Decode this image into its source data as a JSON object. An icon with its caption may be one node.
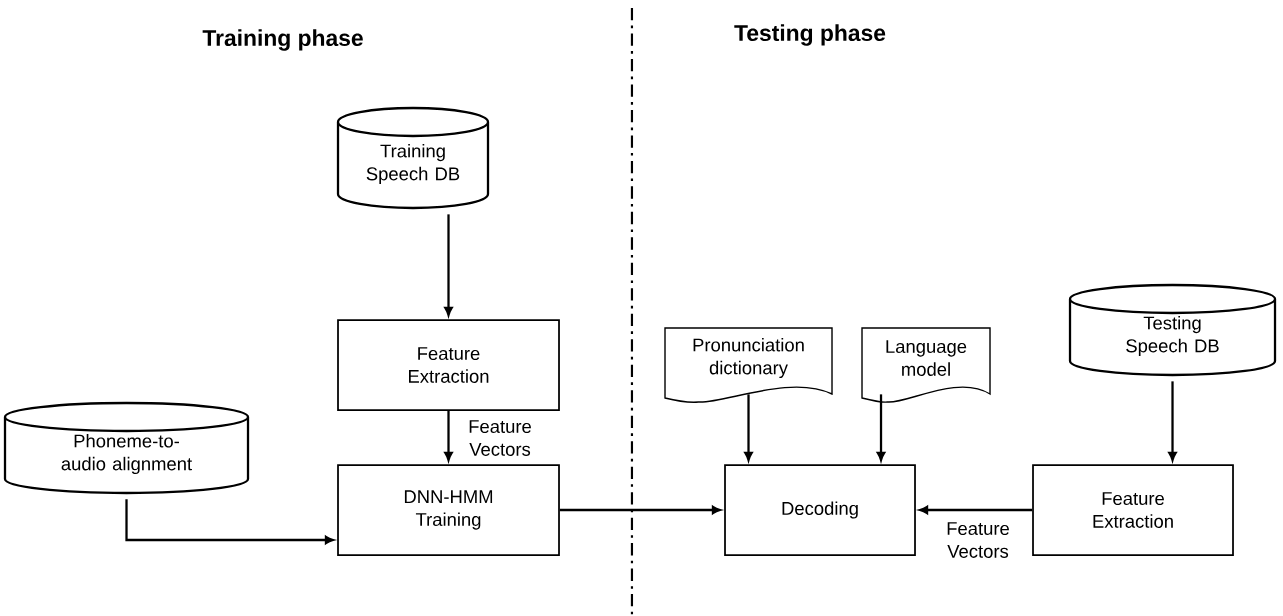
{
  "diagram": {
    "nodes": [
      {
        "text": [
          "Training Speech DB"
        ]
      },
      {
        "text": [
          "Feature Extraction"
        ]
      },
      {
        "text": [
          "Phoneme-to-audio alignment"
        ]
      },
      {
        "text": [
          "DNN-HMM Training"
        ]
      },
      {
        "text": [
          "Pronunciation dictionary"
        ]
      },
      {
        "text": [
          "Language model"
        ]
      },
      {
        "text": [
          "Testing Speech DB"
        ]
      },
      {
        "text": [
          "Decoding"
        ]
      },
      {
        "text": [
          "Feature Extraction"
        ]
      }
    ],
    "edges": [
      {
        "from": 0,
        "to": 1,
        "arrow": "to"
      },
      {
        "from": 1,
        "to": 3,
        "arrow": "to",
        "label": "Feature Vectors"
      },
      {
        "from": 2,
        "to": 3,
        "arrow": "to"
      },
      {
        "from": 3,
        "to": 7,
        "arrow": "to"
      },
      {
        "from": 4,
        "to": 7,
        "arrow": "to"
      },
      {
        "from": 5,
        "to": 7,
        "arrow": "to"
      },
      {
        "from": 6,
        "to": 8,
        "arrow": "to"
      },
      {
        "from": 8,
        "to": 7,
        "arrow": "to",
        "label": "Feature Vectors"
      }
    ],
    "labels": [
      "Training phase",
      "Testing phase"
    ]
  }
}
